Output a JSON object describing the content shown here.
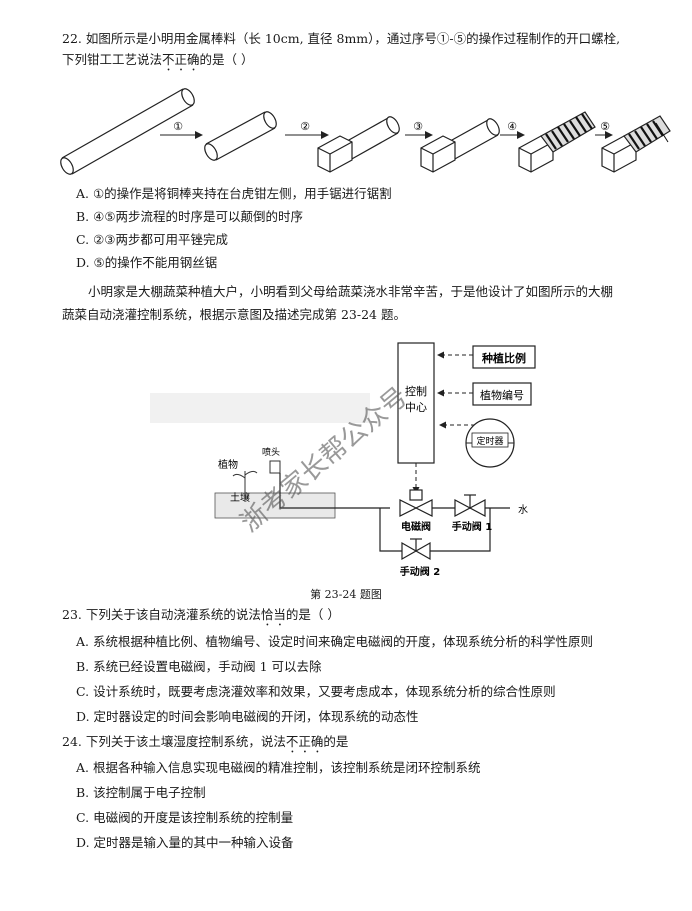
{
  "q22": {
    "stem_a": "22. 如图所示是小明用金属棒料（长 10cm, 直径 8mm），通过序号①-⑤的操作过程制作的开口螺栓,",
    "stem_b1": "下列钳工工艺说法",
    "stem_b_emph": "不正确",
    "stem_b2": "的是（    ）",
    "steps": [
      "①",
      "②",
      "③",
      "④",
      "⑤"
    ],
    "options": [
      "A. ①的操作是将铜棒夹持在台虎钳左侧，用手锯进行锯割",
      "B. ④⑤两步流程的时序是可以颠倒的时序",
      "C. ②③两步都可用平锉完成",
      "D. ⑤的操作不能用钢丝锯"
    ]
  },
  "intro": {
    "line1": "小明家是大棚蔬菜种植大户，小明看到父母给蔬菜浇水非常辛苦，于是他设计了如图所示的大棚",
    "line2": "蔬菜自动浇灌控制系统，根据示意图及描述完成第 23-24 题。"
  },
  "diagram": {
    "control_center_1": "控制",
    "control_center_2": "中心",
    "planting_ratio": "种植比例",
    "plant_id": "植物编号",
    "timer": "定时器",
    "plant": "植物",
    "sprinkler": "喷头",
    "soil": "土壤",
    "solenoid_valve": "电磁阀",
    "manual_valve_1": "手动阀 1",
    "manual_valve_2": "手动阀 2",
    "water": "水",
    "watermark": "浙考家长帮公众号",
    "caption": "第 23-24 题图"
  },
  "q23": {
    "stem_1": "23. 下列关于该自动浇灌系统的说法",
    "stem_emph": "恰当",
    "stem_2": "的是（    ）",
    "options": [
      "A. 系统根据种植比例、植物编号、设定时间来确定电磁阀的开度，体现系统分析的科学性原则",
      "B. 系统已经设置电磁阀，手动阀 1 可以去除",
      "C. 设计系统时，既要考虑浇灌效率和效果，又要考虑成本，体现系统分析的综合性原则",
      "D. 定时器设定的时间会影响电磁阀的开闭，体现系统的动态性"
    ]
  },
  "q24": {
    "stem_1": "24. 下列关于该土壤湿度控制系统，说法",
    "stem_emph": "不正确",
    "stem_2": "的是",
    "options": [
      "A. 根据各种输入信息实现电磁阀的精准控制，该控制系统是闭环控制系统",
      "B. 该控制属于电子控制",
      "C. 电磁阀的开度是该控制系统的控制量",
      "D. 定时器是输入量的其中一种输入设备"
    ]
  }
}
